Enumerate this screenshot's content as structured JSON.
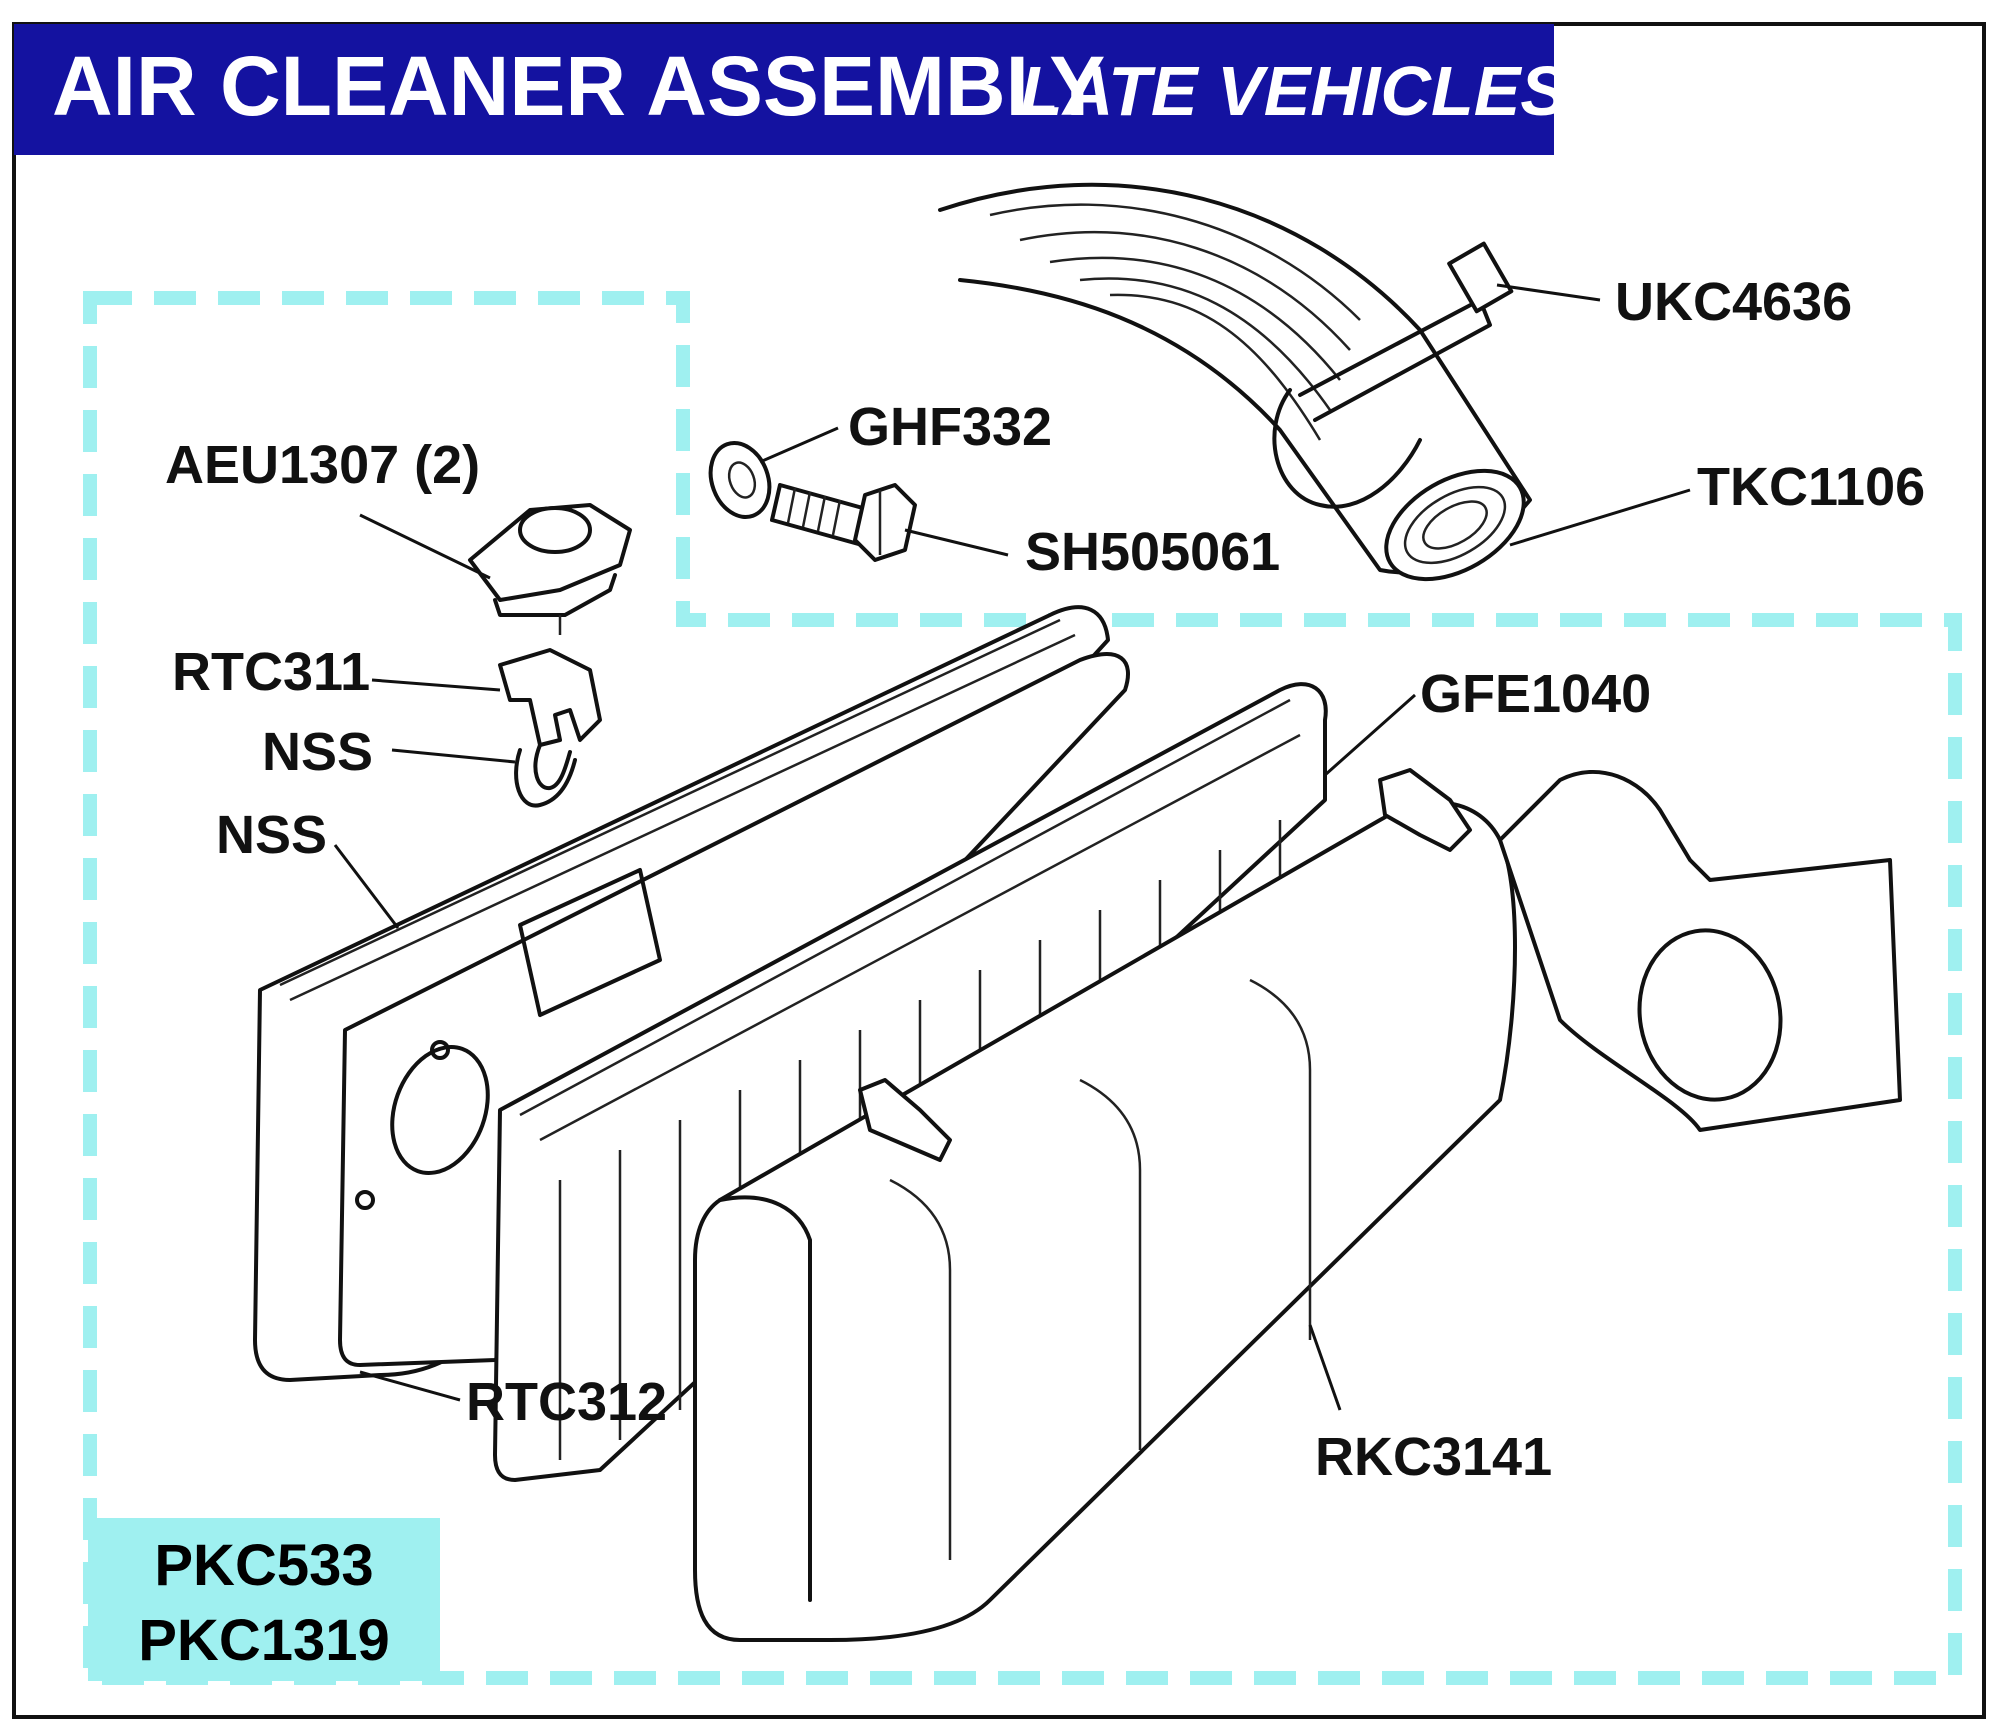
{
  "title": {
    "main": "AIR CLEANER ASSEMBLY",
    "sub": "LATE VEHICLES",
    "background_color": "#1412a0",
    "text_color": "#ffffff"
  },
  "kit_border_color": "#9ff0f0",
  "kit_box": {
    "background_color": "#9ff0f0",
    "lines": [
      "PKC533",
      "PKC1319"
    ]
  },
  "part_labels": {
    "ukc4636": "UKC4636",
    "ghf332": "GHF332",
    "aeu1307": "AEU1307 (2)",
    "tkc1106": "TKC1106",
    "sh505061": "SH505061",
    "rtc311": "RTC311",
    "nss_1": "NSS",
    "nss_2": "NSS",
    "gfe1040": "GFE1040",
    "rtc312": "RTC312",
    "rkc3141": "RKC3141"
  }
}
